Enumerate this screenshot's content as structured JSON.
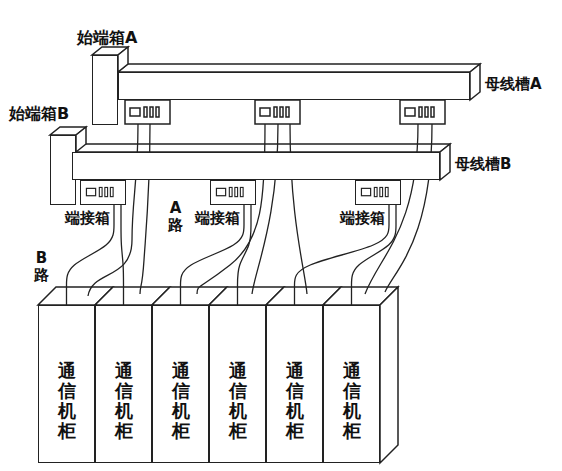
{
  "diagram": {
    "nodes": [
      {
        "text": [
          "始端箱A"
        ]
      },
      {
        "text": [
          "母线槽A"
        ]
      },
      {
        "text": [
          "始端箱B"
        ]
      },
      {
        "text": [
          "母线槽B"
        ]
      },
      {
        "text": [
          "端接箱"
        ]
      },
      {
        "text": [
          "端接箱"
        ]
      },
      {
        "text": [
          "端接箱"
        ]
      },
      {
        "text": [
          "通信机柜"
        ]
      },
      {
        "text": [
          "通信机柜"
        ]
      },
      {
        "text": [
          "通信机柜"
        ]
      },
      {
        "text": [
          "通信机柜"
        ]
      },
      {
        "text": [
          "通信机柜"
        ]
      },
      {
        "text": [
          "通信机柜"
        ]
      }
    ],
    "edges": [
      {
        "from": 4,
        "to": 7,
        "arrow": "none"
      },
      {
        "from": 4,
        "to": 8,
        "arrow": "none"
      },
      {
        "from": 5,
        "to": 9,
        "arrow": "none"
      },
      {
        "from": 5,
        "to": 10,
        "arrow": "none"
      },
      {
        "from": 6,
        "to": 11,
        "arrow": "none"
      },
      {
        "from": 6,
        "to": 12,
        "arrow": "none"
      }
    ],
    "labels": [
      "A 路",
      "B 路"
    ]
  }
}
